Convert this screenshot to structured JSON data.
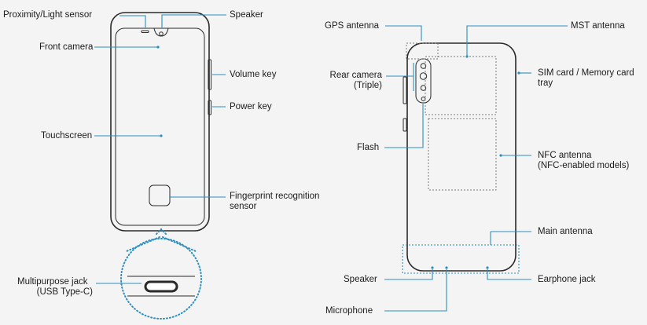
{
  "front": {
    "proximity_sensor": "Proximity/Light sensor",
    "speaker": "Speaker",
    "front_camera": "Front camera",
    "volume_key": "Volume key",
    "power_key": "Power key",
    "touchscreen": "Touchscreen",
    "fingerprint_line1": "Fingerprint recognition",
    "fingerprint_line2": "sensor",
    "jack_line1": "Multipurpose jack",
    "jack_line2": "(USB Type-C)"
  },
  "back": {
    "gps_antenna": "GPS antenna",
    "mst_antenna": "MST antenna",
    "rear_camera_line1": "Rear camera",
    "rear_camera_line2": "(Triple)",
    "sim_line1": "SIM card / Memory card",
    "sim_line2": "tray",
    "flash": "Flash",
    "nfc_line1": "NFC antenna",
    "nfc_line2": "(NFC-enabled models)",
    "main_antenna": "Main antenna",
    "speaker": "Speaker",
    "earphone_jack": "Earphone jack",
    "microphone": "Microphone"
  },
  "colors": {
    "leader": "#2a8fbf",
    "outline": "#2a2a2a",
    "background": "#f4f4f4"
  }
}
